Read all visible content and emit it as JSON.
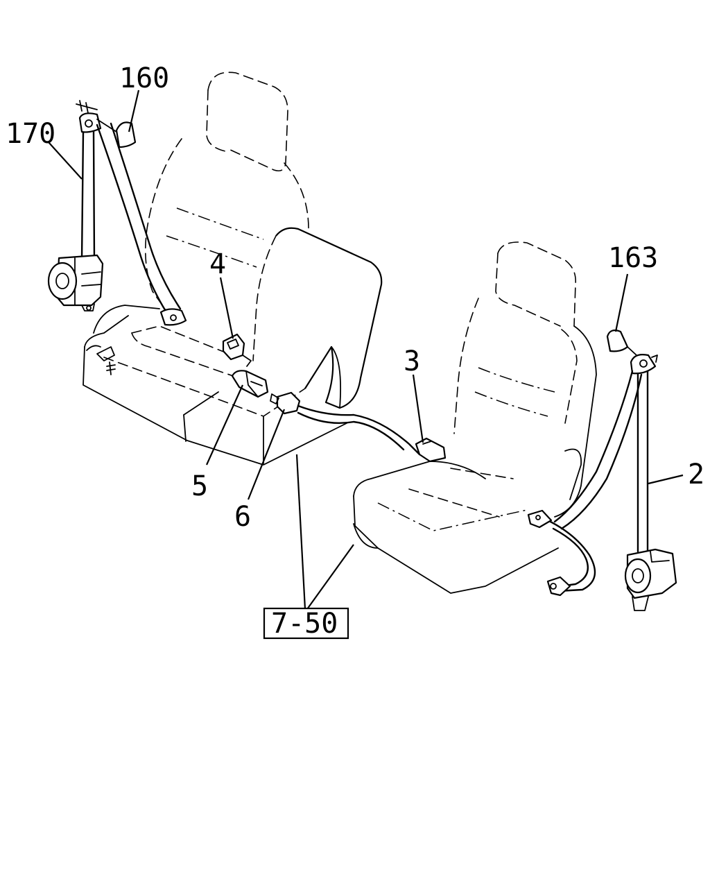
{
  "labels": {
    "l160": "160",
    "l170": "170",
    "l163": "163",
    "l4": "4",
    "l3": "3",
    "l2": "2",
    "l5": "5",
    "l6": "6",
    "ref": "7-50"
  },
  "colors": {
    "line": "#000000",
    "background": "#ffffff"
  }
}
